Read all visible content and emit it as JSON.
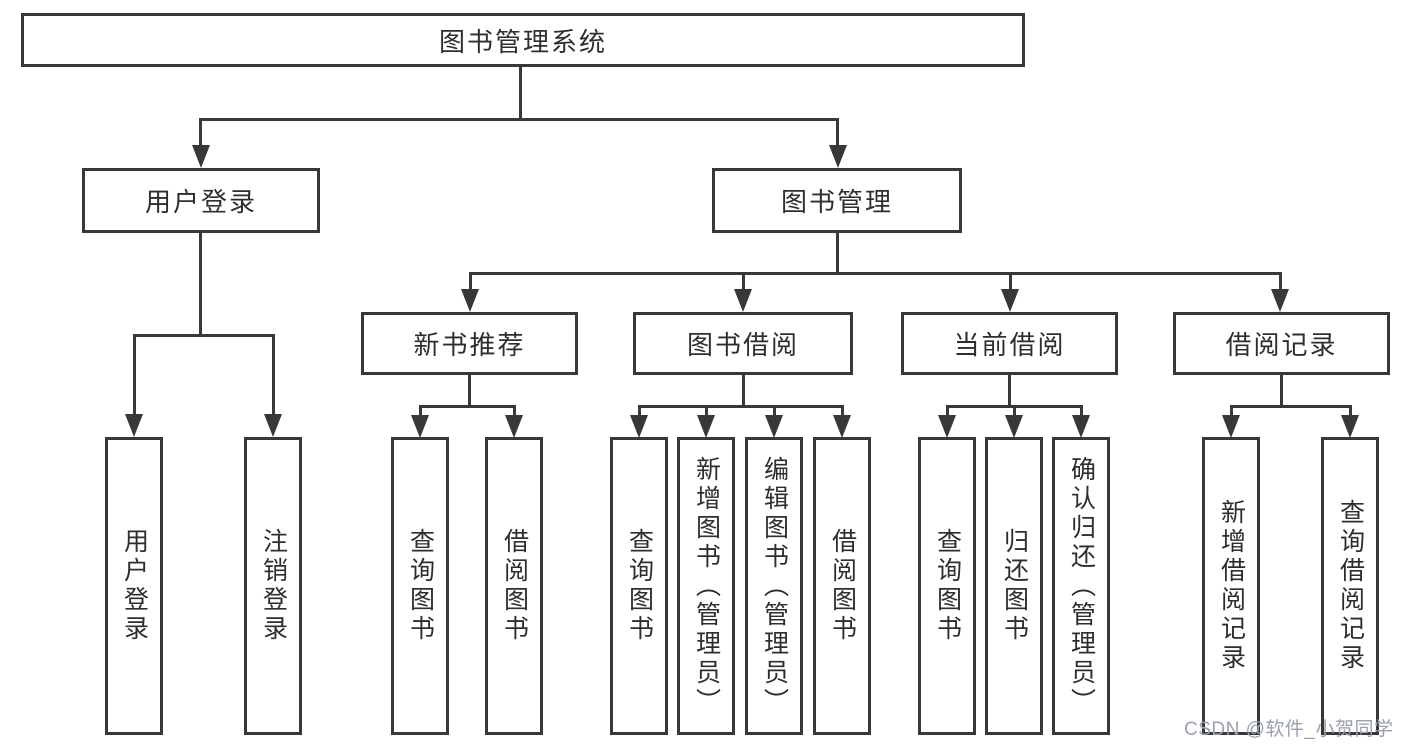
{
  "tree": {
    "root": {
      "label": "图书管理系统"
    },
    "branches": [
      {
        "label": "用户登录",
        "children": [
          {
            "label": "用户登录"
          },
          {
            "label": "注销登录"
          }
        ]
      },
      {
        "label": "图书管理",
        "children": [
          {
            "label": "新书推荐",
            "children": [
              {
                "label": "查询图书"
              },
              {
                "label": "借阅图书"
              }
            ]
          },
          {
            "label": "图书借阅",
            "children": [
              {
                "label": "查询图书"
              },
              {
                "label": "新增图书（管理员）"
              },
              {
                "label": "编辑图书（管理员）"
              },
              {
                "label": "借阅图书"
              }
            ]
          },
          {
            "label": "当前借阅",
            "children": [
              {
                "label": "查询图书"
              },
              {
                "label": "归还图书"
              },
              {
                "label": "确认归还（管理员）"
              }
            ]
          },
          {
            "label": "借阅记录",
            "children": [
              {
                "label": "新增借阅记录"
              },
              {
                "label": "查询借阅记录"
              }
            ]
          }
        ]
      }
    ]
  },
  "watermark": {
    "text": "CSDN @软件_小贺同学",
    "color": "#9aa0ad"
  },
  "colors": {
    "line": "#383838",
    "border": "#383838",
    "text": "#2e2e2e",
    "background": "#ffffff"
  }
}
